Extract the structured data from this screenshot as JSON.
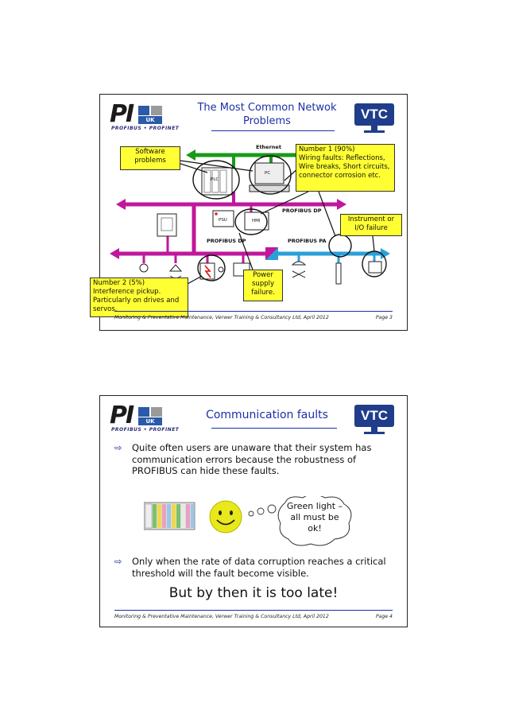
{
  "slide1": {
    "title_line1": "The Most Common Netwok",
    "title_line2": "Problems",
    "logo_pi_text": "PI",
    "logo_uk_text": "UK",
    "logo_sub": "PROFIBUS • PROFINET",
    "logo_vtc": "VTC",
    "labels": {
      "ethernet": "Ethernet",
      "profibus_dp_top": "PROFIBUS DP",
      "profibus_dp_mid": "PROFIBUS DP",
      "profibus_pa": "PROFIBUS PA",
      "plc": "PLC",
      "pc": "PC",
      "psu": "PSU",
      "hmi": "HMI"
    },
    "callouts": {
      "software": "Software problems",
      "number1_title": "Number 1 (90%)",
      "number1_body": "Wiring faults: Reflections, Wire breaks, Short circuits, connector corrosion etc.",
      "instrument": "Instrument or I/O failure",
      "power": "Power supply failure.",
      "number2": "Number 2 (5%) Interference pickup. Particularly on drives and servos."
    },
    "footer": "Monitoring & Preventative Maintenance, Verwer Training & Consultancy Ltd, April 2012",
    "page": "Page 3"
  },
  "slide2": {
    "title": "Communication faults",
    "logo_pi_text": "PI",
    "logo_uk_text": "UK",
    "logo_sub": "PROFIBUS • PROFINET",
    "logo_vtc": "VTC",
    "bullet_arrow": "⇨",
    "bullet1": "Quite often users are unaware that their system has communication errors because the robustness of PROFIBUS can hide these faults.",
    "thought": "Green light – all must be ok!",
    "bullet2": "Only when the rate of data corruption reaches a critical threshold will the fault become visible.",
    "too_late": "But by then it is too late!",
    "footer": "Monitoring & Preventative Maintenance, Verwer Training & Consultancy Ltd, April 2012",
    "page": "Page 4"
  },
  "colors": {
    "title_blue": "#1e2fa6",
    "profibus_dp": "#c0179c",
    "ethernet": "#1a9a1a",
    "profibus_pa": "#2aa0d8",
    "callout_yellow": "#ffff33",
    "vtc_blue": "#1f3d8a"
  }
}
